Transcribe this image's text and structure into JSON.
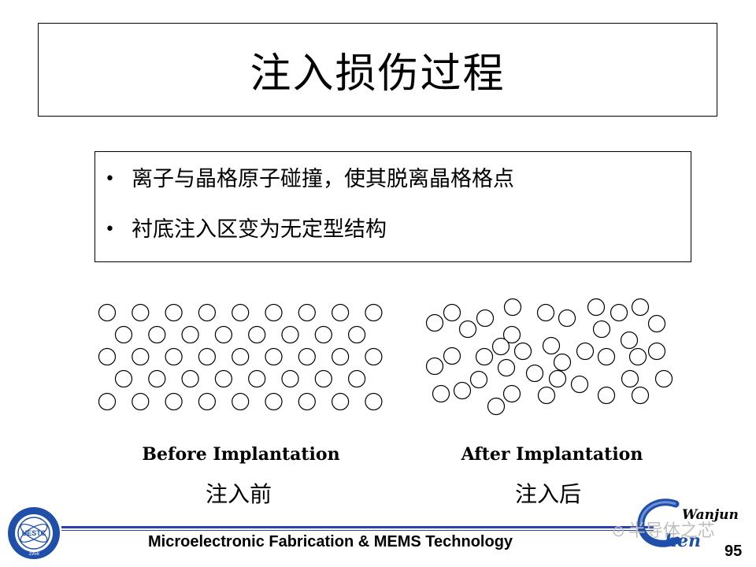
{
  "slide": {
    "title": "注入损伤过程",
    "bullets": [
      {
        "marker": "•",
        "text": "离子与晶格原子碰撞，使其脱离晶格格点"
      },
      {
        "marker": "•",
        "text": "衬底注入区变为无定型结构"
      }
    ]
  },
  "figures": {
    "before": {
      "caption_en": "Before Implantation",
      "caption_zh": "注入前"
    },
    "after": {
      "caption_en": "After Implantation",
      "caption_zh": "注入后"
    }
  },
  "footer": {
    "course_title": "Microelectronic Fabrication & MEMS Technology",
    "page_number": "95",
    "logo_text": "UESTC",
    "logo_year": "1956",
    "watermark": "半导体之芯",
    "author": "Wanjun"
  },
  "colors": {
    "footer_line": "#2b3fae",
    "logo_blue": "#1f4fa8",
    "watermark": "#bfbfbf"
  },
  "icons": {
    "logo": "university-seal-icon",
    "watermark_icon": "wechat-icon",
    "author_logo": "chen-logo-icon"
  }
}
